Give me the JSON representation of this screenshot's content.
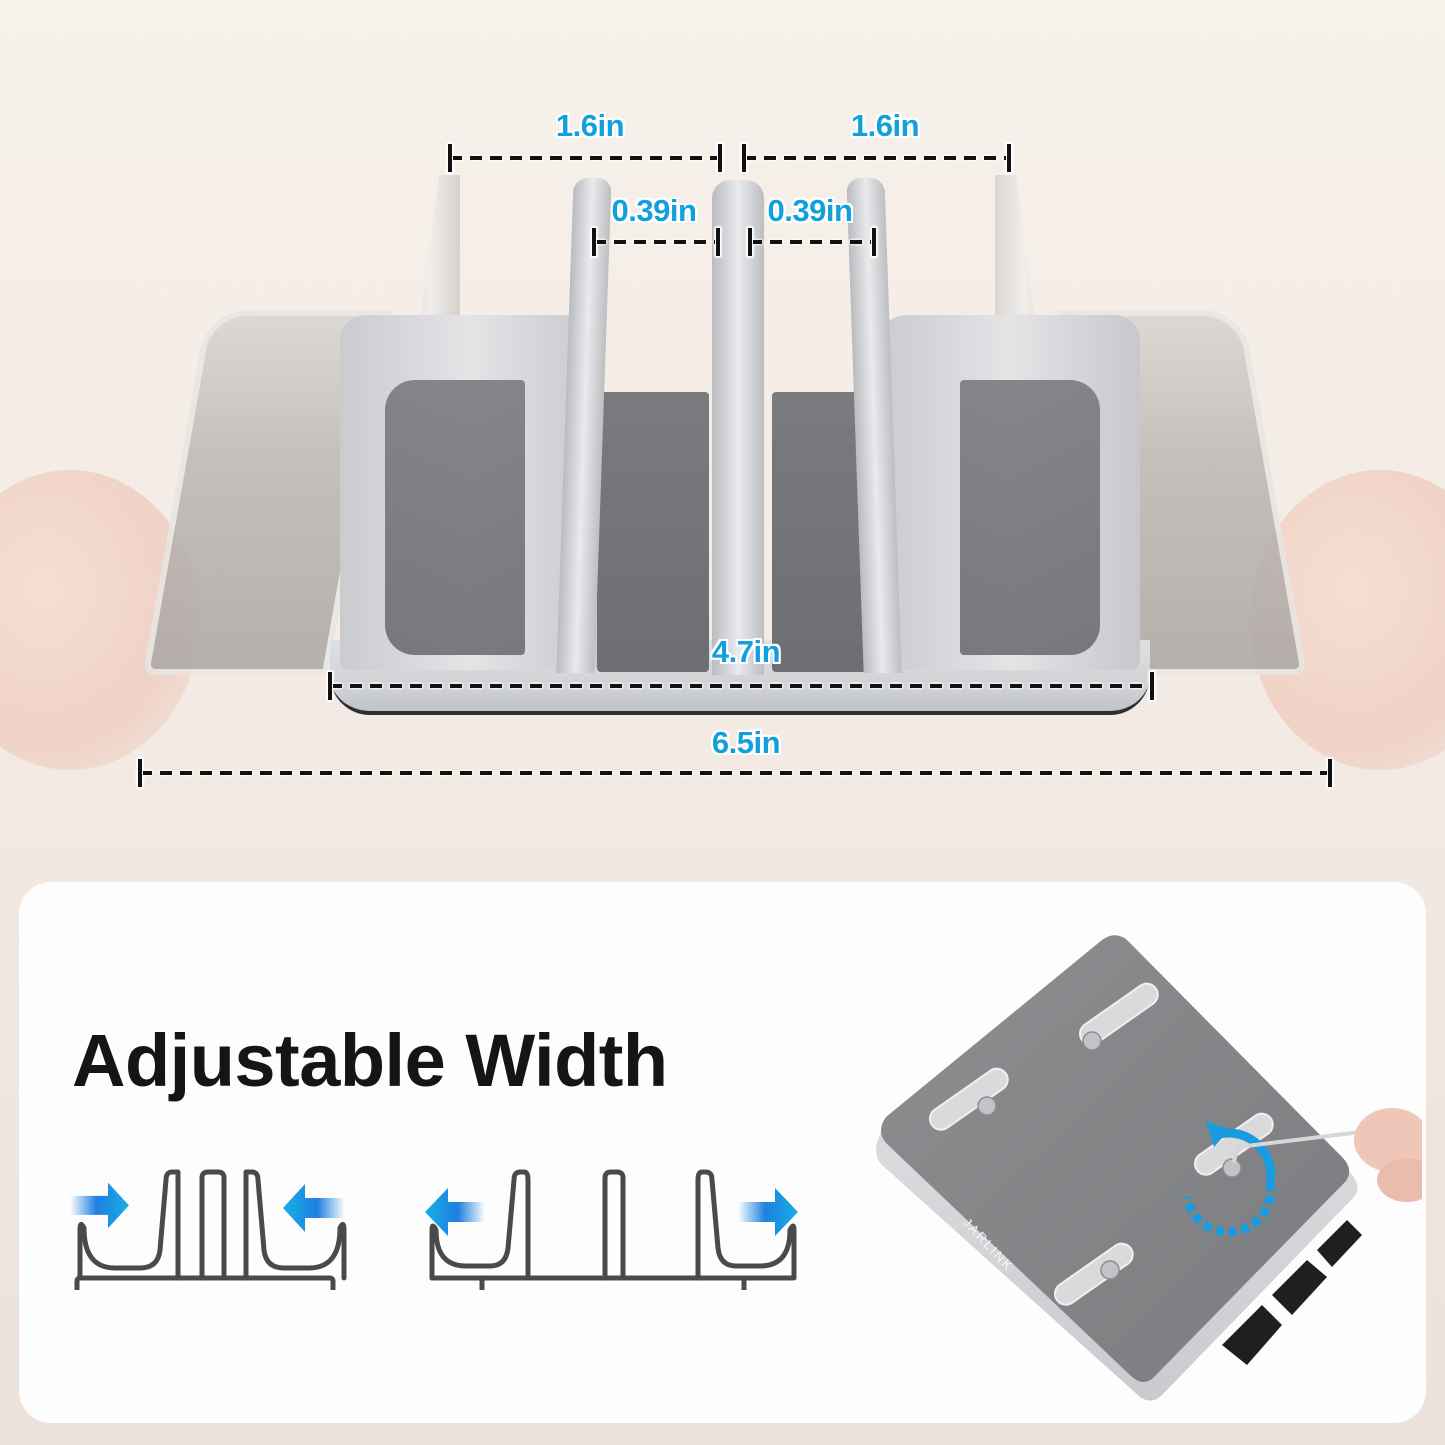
{
  "product": {
    "brand": "JARLINK",
    "type": "vertical laptop stand"
  },
  "dimensions": {
    "slot_width_left": "1.6in",
    "slot_width_right": "1.6in",
    "inner_gap_left": "0.39in",
    "inner_gap_right": "0.39in",
    "base_width": "4.7in",
    "max_width": "6.5in"
  },
  "feature": {
    "title": "Adjustable Width"
  },
  "diagrams": [
    {
      "name": "narrow",
      "arrows": "inward"
    },
    {
      "name": "wide",
      "arrows": "outward"
    }
  ],
  "colors": {
    "dimension_blue": "#12A0DD",
    "dimension_line": "#111111",
    "background": "#F4ECE5",
    "panel": "#FDFDFD",
    "title_text": "#151515",
    "diagram_stroke": "#4A4A4C",
    "arrow_blue": "#1E88E5"
  }
}
